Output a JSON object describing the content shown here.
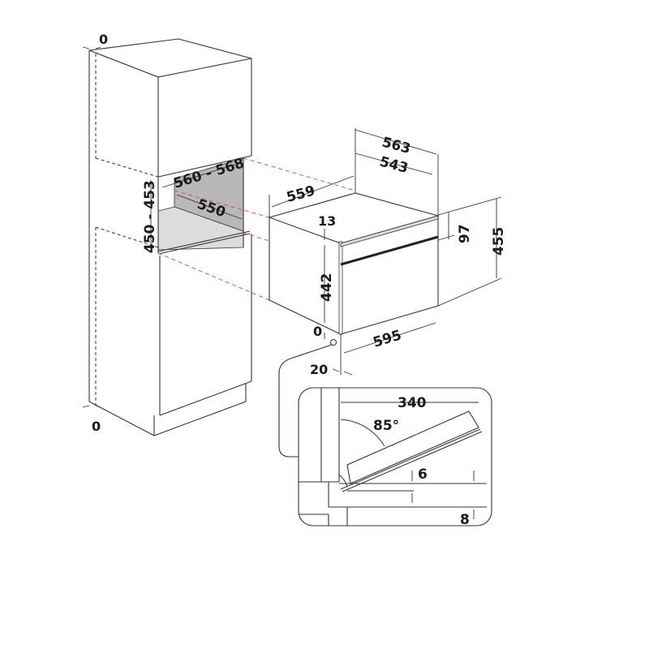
{
  "diagram": {
    "type": "installation-dimensions",
    "subject": "built-in compact oven in tall cabinet",
    "colors": {
      "line": "#333333",
      "guide": "#d9534f",
      "niche_back": "#b8b8b8",
      "niche_floor": "#dcdcdc"
    },
    "cabinet": {
      "gap_top": "0",
      "gap_bottom": "0",
      "niche_width": "560 - 568",
      "niche_depth": "550",
      "niche_height": "450 - 453"
    },
    "oven": {
      "depth_body": "559",
      "width_total": "563",
      "width_body": "543",
      "height_total": "455",
      "control_panel_height": "97",
      "body_height": "442",
      "top_offset": "13",
      "bottom_offset": "0",
      "front_width": "595",
      "front_depth": "20"
    },
    "door_detail": {
      "door_reach": "340",
      "angle": "85°",
      "gap_a": "6",
      "gap_b": "8"
    }
  }
}
